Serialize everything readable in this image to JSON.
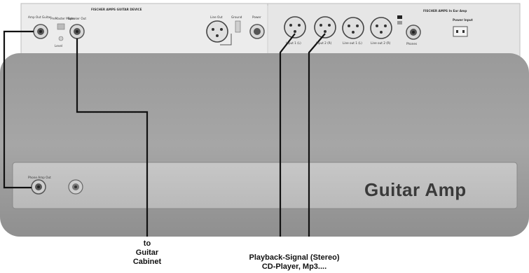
{
  "left_unit": {
    "brand": "FISCHER AMPS GUITAR DEVICE",
    "labels": {
      "amp_in": "Amp Out Guitar",
      "mode": "PreMaster Mode",
      "level": "Level",
      "speaker_out": "Speaker Out",
      "line_out": "Line Out",
      "ground": "Ground",
      "power": "Power"
    }
  },
  "right_unit": {
    "brand": "FISCHER AMPS In Ear Amp",
    "labels": {
      "input1": "Input 1 (L)",
      "input2": "Input 2 (R)",
      "line_l": "Line out 1 (L)",
      "line_r": "Line out 2 (R)",
      "phones": "Phones",
      "power_input": "Power Input"
    }
  },
  "amp": {
    "title": "Guitar Amp",
    "jack_label": "Phone Amp Out"
  },
  "captions": {
    "cabinet": [
      "to",
      "Guitar",
      "Cabinet"
    ],
    "playback": [
      "Playback-Signal (Stereo)",
      "CD-Player, Mp3...."
    ]
  }
}
